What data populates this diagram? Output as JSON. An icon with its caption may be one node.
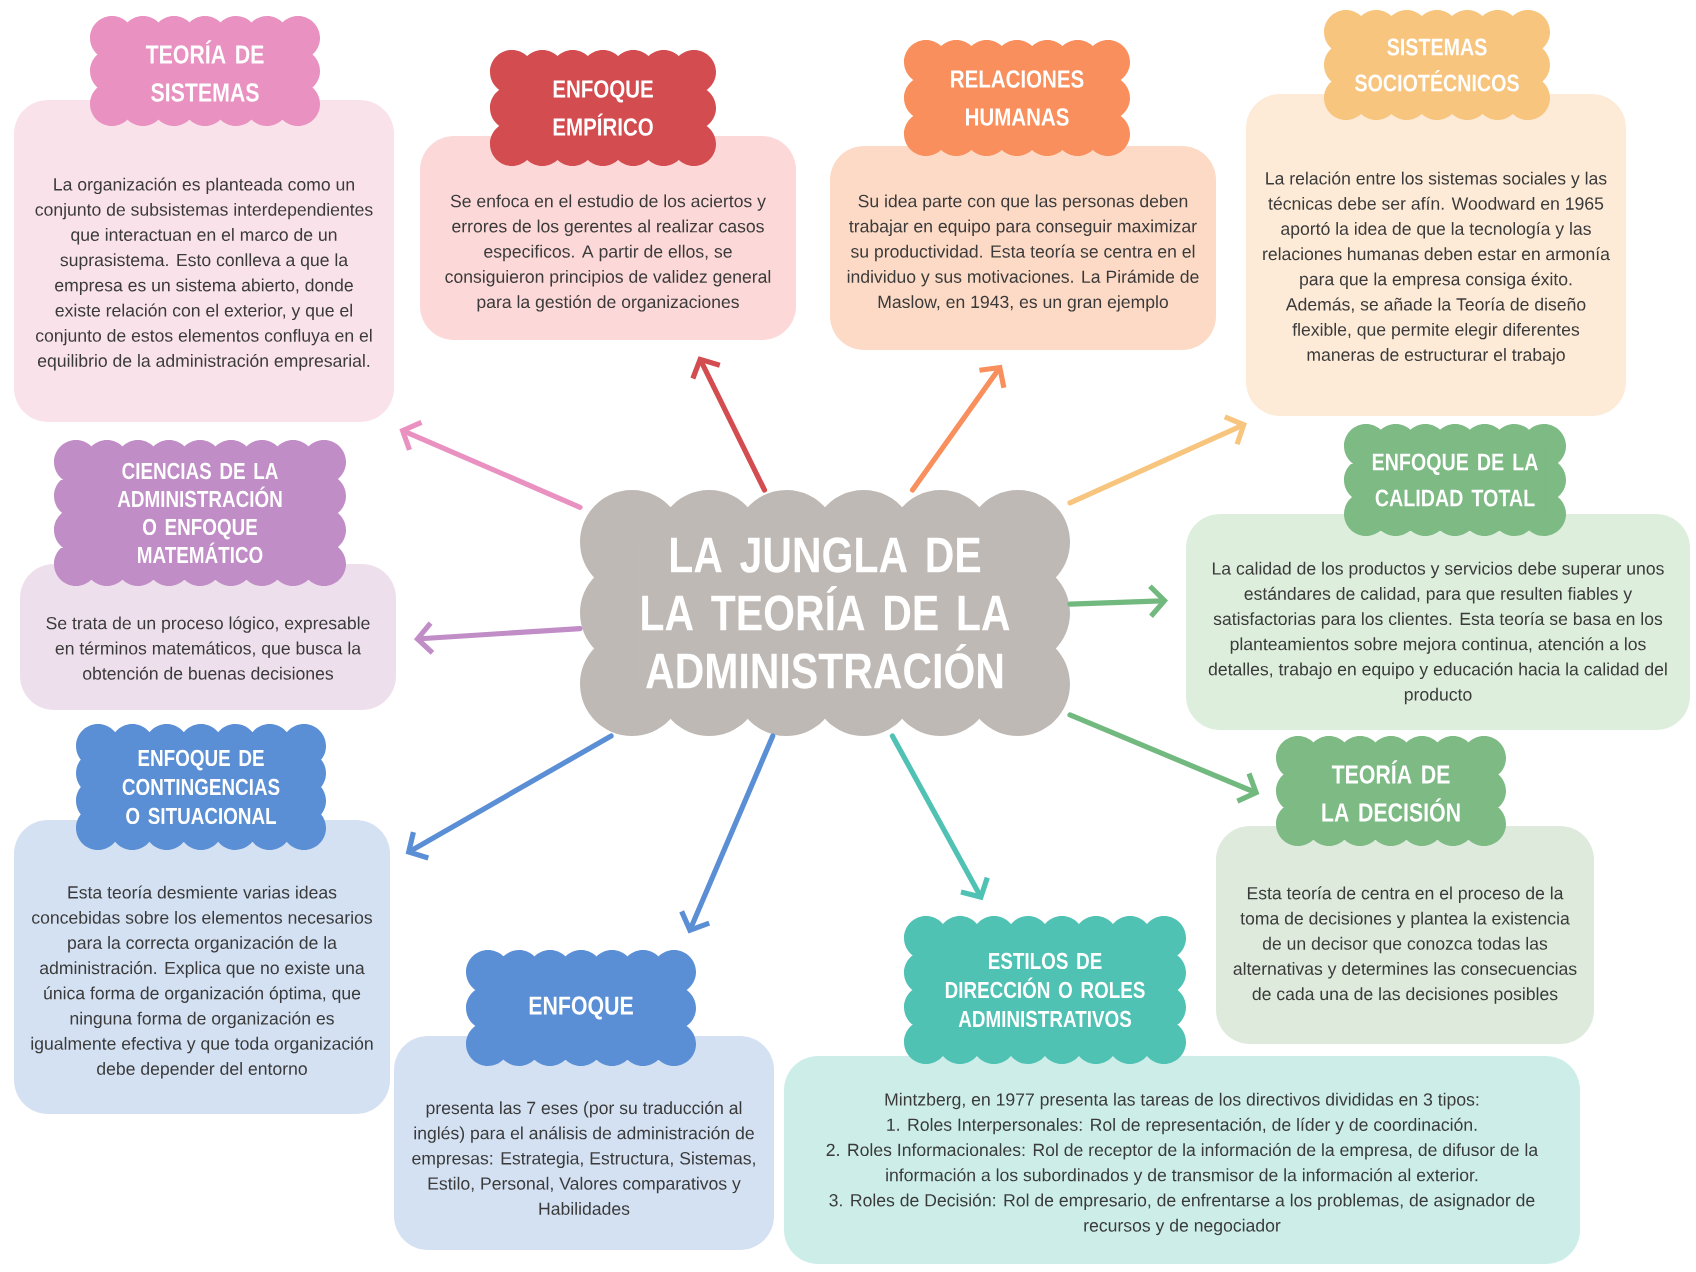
{
  "diagram": {
    "nodes": [
      {
        "text": [
          "TEORÍA DE SISTEMAS"
        ]
      },
      {
        "text": [
          "La organización es planteada como un conjunto de subsistemas interdependientes que interactuan en el marco de un suprasistema. Esto conlleva a que la empresa es un sistema abierto, donde existe relación con el exterior, y que el conjunto de estos elementos confluya en el equilibrio de la administración empresarial."
        ]
      },
      {
        "text": [
          "ENFOQUE EMPÍRICO"
        ]
      },
      {
        "text": [
          "Se enfoca en el estudio de los aciertos y errores de los gerentes al realizar casos especificos. A partir de ellos, se consiguieron principios de validez general para la gestión de organizaciones"
        ]
      },
      {
        "text": [
          "RELACIONES HUMANAS"
        ]
      },
      {
        "text": [
          "Su idea parte con que las personas deben trabajar en equipo para conseguir maximizar su productividad. Esta teoría se centra en el individuo y sus motivaciones. La Pirámide de Maslow, en 1943, es un gran ejemplo"
        ]
      },
      {
        "text": [
          "SISTEMAS SOCIOTÉCNICOS"
        ]
      },
      {
        "text": [
          "La relación entre los sistemas sociales y las técnicas debe ser afín. Woodward en 1965 aportó la idea de que la tecnología y las relaciones humanas deben estar en armonía para que la empresa consiga éxito. Además, se añade la Teoría de diseño flexible, que permite elegir diferentes maneras de estructurar el trabajo"
        ]
      },
      {
        "text": [
          "LA JUNGLA DE LA TEORÍA DE LA ADMINISTRACIÓN"
        ]
      },
      {
        "text": [
          "CIENCIAS DE LA ADMINISTRACIÓN O ENFOQUE MATEMÁTICO"
        ]
      },
      {
        "text": [
          "Se trata de un proceso lógico, expresable en términos matemáticos, que busca la obtención de buenas decisiones"
        ]
      },
      {
        "text": [
          "ENFOQUE DE LA CALIDAD TOTAL"
        ]
      },
      {
        "text": [
          "La calidad de los productos y servicios debe superar unos estándares de calidad, para que resulten fiables y satisfactorias para los clientes. Esta teoría se basa en los planteamientos sobre mejora continua, atención a los detalles, trabajo en equipo y educación hacia la calidad del producto"
        ]
      },
      {
        "text": [
          "ENFOQUE DE CONTINGENCIAS O SITUACIONAL"
        ]
      },
      {
        "text": [
          "Esta teoría desmiente varias ideas concebidas sobre los elementos necesarios para la correcta organización de la administración. Explica que no existe una única forma de organización óptima, que ninguna forma de organización es igualmente efectiva y que toda organización debe depender del entorno"
        ]
      },
      {
        "text": [
          "TEORÍA DE LA DECISIÓN"
        ]
      },
      {
        "text": [
          "Esta teoría de centra en el proceso de la toma de decisiones y plantea la existencia de un decisor que conozca todas las alternativas y determines las consecuencias de cada una de las decisiones posibles"
        ]
      },
      {
        "text": [
          "ENFOQUE"
        ]
      },
      {
        "text": [
          "presenta las 7 eses (por su traducción al inglés) para el análisis de administración de empresas: Estrategia, Estructura, Sistemas, Estilo, Personal, Valores comparativos y Habilidades"
        ]
      },
      {
        "text": [
          "ESTILOS DE DIRECCIÓN O ROLES ADMINISTRATIVOS"
        ]
      },
      {
        "text": [
          "Mintzberg, en 1977 presenta las tareas de los directivos divididas en 3 tipos:",
          "1. Roles Interpersonales: Rol de representación, de líder y de coordinación.",
          "2. Roles Informacionales: Rol de receptor de la información de la empresa, de difusor de la información a los subordinados y de transmisor de la información al exterior.",
          "3. Roles de Decisión: Rol de empresario, de enfrentarse a los problemas, de asignador de recursos y de negociador"
        ]
      }
    ],
    "edges": [
      {
        "from": 8,
        "to": 1,
        "arrow": "to",
        "color": "#e991c0"
      },
      {
        "from": 8,
        "to": 3,
        "arrow": "to",
        "color": "#d34d50"
      },
      {
        "from": 8,
        "to": 5,
        "arrow": "to",
        "color": "#f98f5c"
      },
      {
        "from": 8,
        "to": 7,
        "arrow": "to",
        "color": "#f8c57f"
      },
      {
        "from": 8,
        "to": 10,
        "arrow": "to",
        "color": "#c08dc6"
      },
      {
        "from": 8,
        "to": 12,
        "arrow": "to",
        "color": "#72b97f"
      },
      {
        "from": 8,
        "to": 14,
        "arrow": "to",
        "color": "#5b8fd5"
      },
      {
        "from": 8,
        "to": 15,
        "arrow": "to",
        "color": "#72b97f"
      },
      {
        "from": 8,
        "to": 17,
        "arrow": "to",
        "color": "#5b8fd5"
      },
      {
        "from": 8,
        "to": 19,
        "arrow": "to",
        "color": "#4fc2b4"
      }
    ]
  }
}
